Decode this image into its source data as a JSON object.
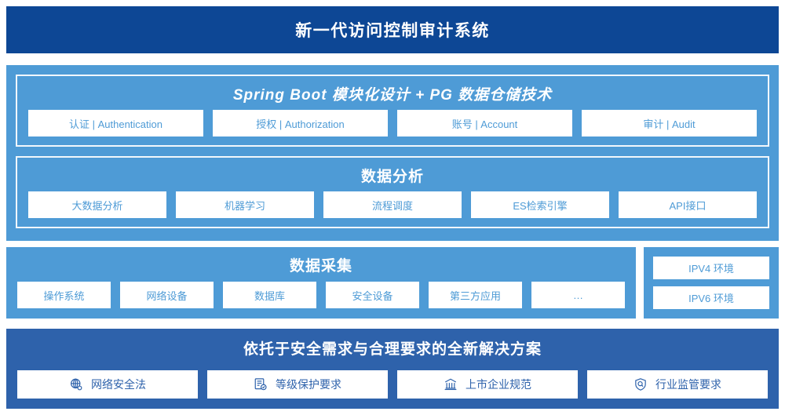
{
  "header": {
    "title": "新一代访问控制审计系统",
    "bg_color": "#0d4795",
    "text_color": "#ffffff"
  },
  "colors": {
    "panel_light_blue": "#4e9bd6",
    "panel_dark_blue": "#2e62ab",
    "chip_bg": "#ffffff",
    "chip_text_light": "#4e9bd6",
    "chip_text_dark": "#2e62ab"
  },
  "stack_section": {
    "springboot": {
      "title": "Spring Boot 模块化设计 + PG 数据仓储技术",
      "chips": [
        {
          "label": "认证 | Authentication"
        },
        {
          "label": "授权 | Authorization"
        },
        {
          "label": "账号 | Account"
        },
        {
          "label": "审计 | Audit"
        }
      ]
    },
    "analysis": {
      "title": "数据分析",
      "chips": [
        {
          "label": "大数据分析"
        },
        {
          "label": "机器学习"
        },
        {
          "label": "流程调度"
        },
        {
          "label": "ES检索引擎"
        },
        {
          "label": "API接口"
        }
      ]
    }
  },
  "collection_section": {
    "title": "数据采集",
    "chips": [
      {
        "label": "操作系统"
      },
      {
        "label": "网络设备"
      },
      {
        "label": "数据库"
      },
      {
        "label": "安全设备"
      },
      {
        "label": "第三方应用"
      },
      {
        "label": "…"
      }
    ]
  },
  "environment_section": {
    "items": [
      {
        "label": "IPV4 环境"
      },
      {
        "label": "IPV6 环境"
      }
    ]
  },
  "solution_section": {
    "title": "依托于安全需求与合理要求的全新解决方案",
    "chips": [
      {
        "label": "网络安全法",
        "icon": "globe-network-icon"
      },
      {
        "label": "等级保护要求",
        "icon": "document-check-icon"
      },
      {
        "label": "上市企业规范",
        "icon": "bank-building-icon"
      },
      {
        "label": "行业监管要求",
        "icon": "shield-search-icon"
      }
    ]
  }
}
